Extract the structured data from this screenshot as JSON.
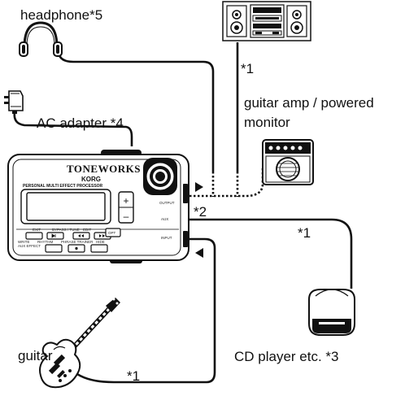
{
  "labels": {
    "headphone": "headphone*5",
    "ac_adapter": "AC adapter *4",
    "amp_line1": "guitar amp / powered",
    "amp_line2": "monitor",
    "note_stereo": "*1",
    "note_output": "*2",
    "note_cd_cable": "*1",
    "cd_player": "CD player etc. *3",
    "guitar": "guitar",
    "note_guitar": "*1"
  },
  "device": {
    "brand": "TONEWORKS",
    "maker": "KORG",
    "subtitle": "PERSONAL MULTI EFFECT PROCESSOR",
    "jack_output": "OUTPUT",
    "jack_aux": "AUX",
    "jack_input": "INPUT",
    "button_labels": {
      "exit": "EXIT",
      "bypass_tuner": "BYPASS / TUNE",
      "edit": "EDIT",
      "rhythm": "RHYTHM",
      "phrase_trainer": "PHRASE TRAINER",
      "hide": "HIDE",
      "write": "WRITE",
      "aux_effect": "AUX EFFECT",
      "opt": "OPT",
      "plus": "+",
      "minus": "–"
    }
  }
}
